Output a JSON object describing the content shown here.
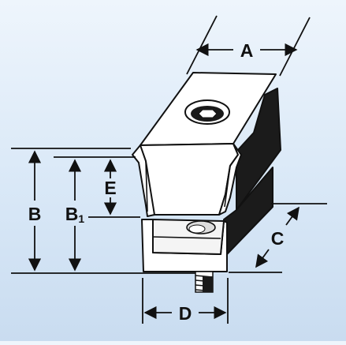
{
  "dimensions": {
    "a": "A",
    "b": "B",
    "b1_main": "B",
    "b1_sub": "1",
    "c": "C",
    "d": "D",
    "e": "E"
  },
  "colors": {
    "background_top": "#eef5fc",
    "background_bottom": "#c9dcf0",
    "clamp_face": "#ffffff",
    "clamp_shadow": "#1a1a1a",
    "line": "#111111"
  }
}
